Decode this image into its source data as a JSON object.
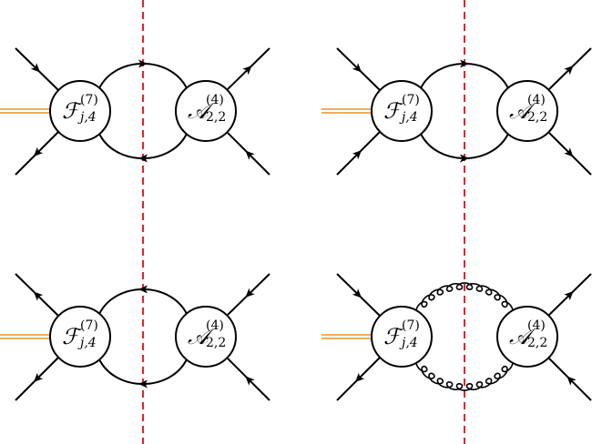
{
  "colors": {
    "line": "#000000",
    "cut": "#e0242c",
    "source": "#e8942a"
  },
  "labels": {
    "form_factor": {
      "symbol": "ℱ",
      "sup": "(7)",
      "sub": "j,4"
    },
    "amplitude": {
      "symbol": "𝒜",
      "sup": "(4)",
      "sub": "2,2"
    }
  },
  "diagrams": [
    {
      "id": "top-left",
      "loop": "fermion",
      "legs": {
        "upper_left": "in",
        "lower_left": "out",
        "upper_right": "out",
        "lower_right": "in"
      },
      "loop_arrows": {
        "upper": "right",
        "lower": "left"
      }
    },
    {
      "id": "top-right",
      "loop": "fermion",
      "legs": {
        "upper_left": "in",
        "lower_left": "in",
        "upper_right": "out",
        "lower_right": "out"
      },
      "loop_arrows": {
        "upper": "right",
        "lower": "right"
      }
    },
    {
      "id": "bottom-left",
      "loop": "fermion",
      "legs": {
        "upper_left": "out",
        "lower_left": "out",
        "upper_right": "in",
        "lower_right": "in"
      },
      "loop_arrows": {
        "upper": "left",
        "lower": "left"
      }
    },
    {
      "id": "bottom-right",
      "loop": "gluon",
      "legs": {
        "upper_left": "in",
        "lower_left": "out",
        "upper_right": "out",
        "lower_right": "in"
      },
      "loop_arrows": {}
    }
  ]
}
